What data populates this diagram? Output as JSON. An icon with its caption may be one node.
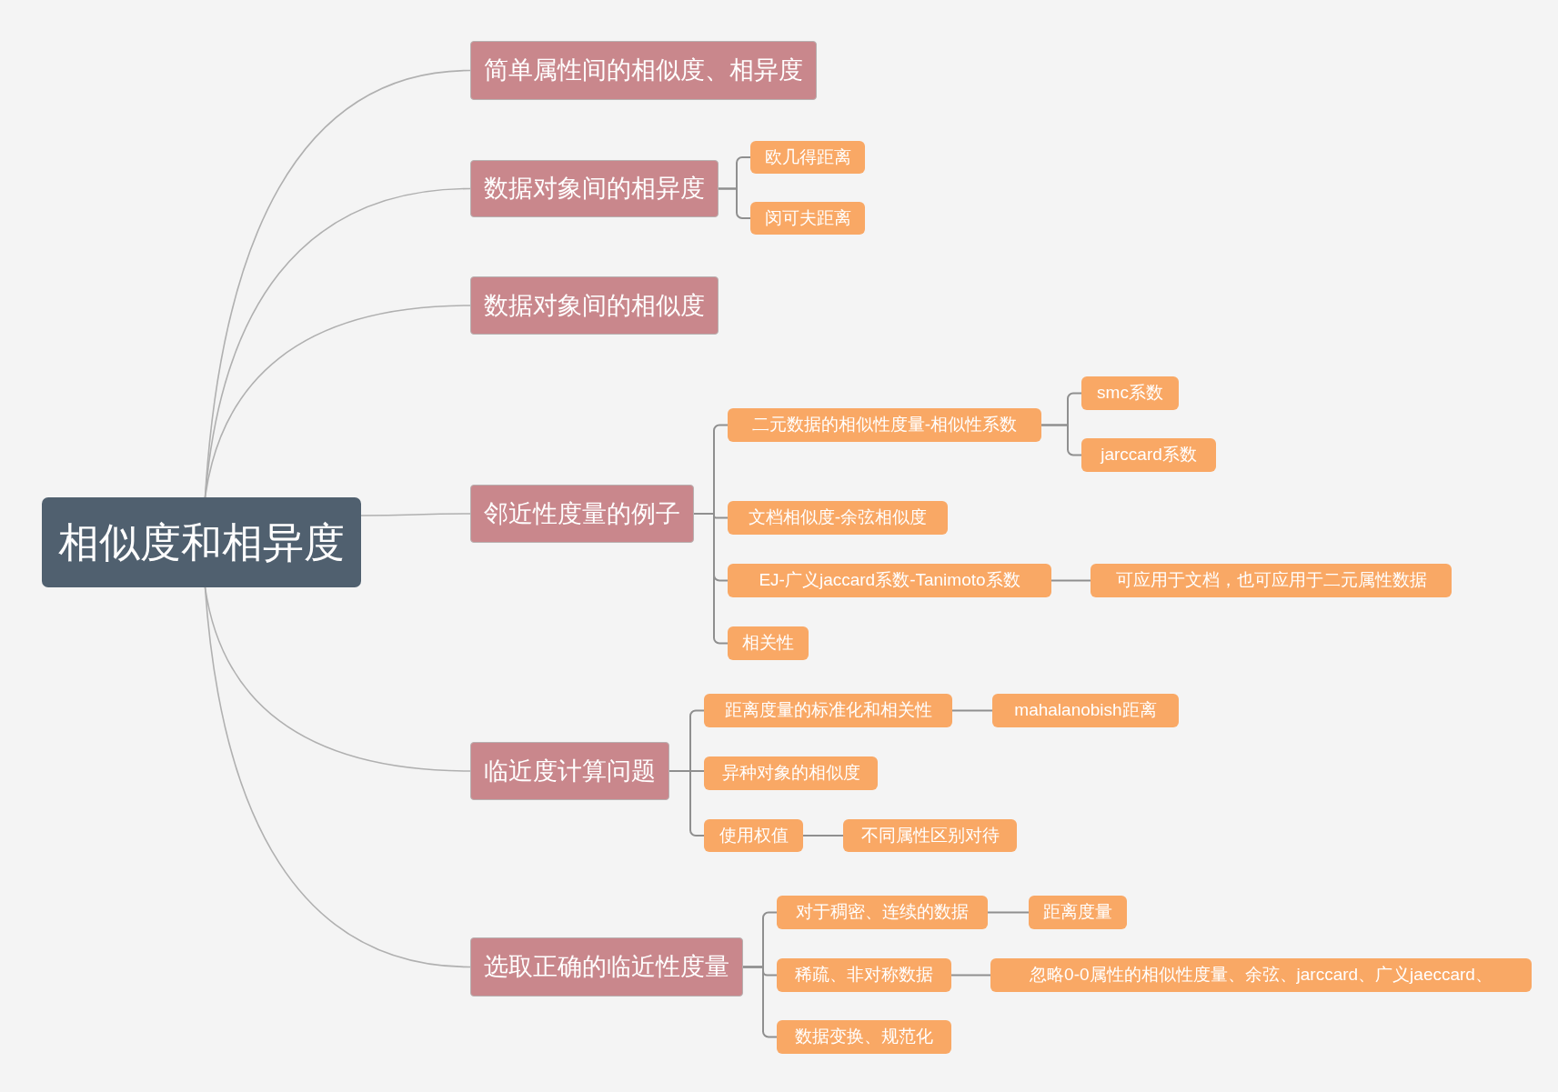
{
  "diagram": {
    "nodes": [
      {
        "text": [
          "相似度和相异度"
        ]
      },
      {
        "text": [
          "简单属性间的相似度、相异度"
        ]
      },
      {
        "text": [
          "数据对象间的相异度"
        ]
      },
      {
        "text": [
          "欧几得距离"
        ]
      },
      {
        "text": [
          "闵可夫距离"
        ]
      },
      {
        "text": [
          "数据对象间的相似度"
        ]
      },
      {
        "text": [
          "邻近性度量的例子"
        ]
      },
      {
        "text": [
          "二元数据的相似性度量-相似性系数"
        ]
      },
      {
        "text": [
          "smc系数"
        ]
      },
      {
        "text": [
          "jarccard系数"
        ]
      },
      {
        "text": [
          "文档相似度-余弦相似度"
        ]
      },
      {
        "text": [
          "EJ-广义jaccard系数-Tanimoto系数"
        ]
      },
      {
        "text": [
          "可应用于文档，也可应用于二元属性数据"
        ]
      },
      {
        "text": [
          "相关性"
        ]
      },
      {
        "text": [
          "临近度计算问题"
        ]
      },
      {
        "text": [
          "距离度量的标准化和相关性"
        ]
      },
      {
        "text": [
          "mahalanobish距离"
        ]
      },
      {
        "text": [
          "异种对象的相似度"
        ]
      },
      {
        "text": [
          "使用权值"
        ]
      },
      {
        "text": [
          "不同属性区别对待"
        ]
      },
      {
        "text": [
          "选取正确的临近性度量"
        ]
      },
      {
        "text": [
          "对于稠密、连续的数据"
        ]
      },
      {
        "text": [
          "距离度量"
        ]
      },
      {
        "text": [
          "稀疏、非对称数据"
        ]
      },
      {
        "text": [
          "忽略0-0属性的相似性度量、余弦、jarccard、广义jaeccard、"
        ]
      },
      {
        "text": [
          "数据变换、规范化"
        ]
      }
    ],
    "edges": [
      {
        "from": 0,
        "to": 1,
        "arrow": "none",
        "color": "#b0b0b0"
      },
      {
        "from": 0,
        "to": 2,
        "arrow": "none",
        "color": "#b0b0b0"
      },
      {
        "from": 0,
        "to": 5,
        "arrow": "none",
        "color": "#b0b0b0"
      },
      {
        "from": 0,
        "to": 6,
        "arrow": "none",
        "color": "#b0b0b0"
      },
      {
        "from": 0,
        "to": 14,
        "arrow": "none",
        "color": "#b0b0b0"
      },
      {
        "from": 0,
        "to": 20,
        "arrow": "none",
        "color": "#b0b0b0"
      },
      {
        "from": 2,
        "to": 3,
        "arrow": "none"
      },
      {
        "from": 2,
        "to": 4,
        "arrow": "none"
      },
      {
        "from": 6,
        "to": 7,
        "arrow": "none"
      },
      {
        "from": 6,
        "to": 10,
        "arrow": "none"
      },
      {
        "from": 6,
        "to": 11,
        "arrow": "none"
      },
      {
        "from": 6,
        "to": 13,
        "arrow": "none"
      },
      {
        "from": 7,
        "to": 8,
        "arrow": "none"
      },
      {
        "from": 7,
        "to": 9,
        "arrow": "none"
      },
      {
        "from": 11,
        "to": 12,
        "arrow": "none"
      },
      {
        "from": 14,
        "to": 15,
        "arrow": "none"
      },
      {
        "from": 14,
        "to": 17,
        "arrow": "none"
      },
      {
        "from": 14,
        "to": 18,
        "arrow": "none"
      },
      {
        "from": 15,
        "to": 16,
        "arrow": "none"
      },
      {
        "from": 18,
        "to": 19,
        "arrow": "none"
      },
      {
        "from": 20,
        "to": 21,
        "arrow": "none"
      },
      {
        "from": 20,
        "to": 23,
        "arrow": "none"
      },
      {
        "from": 20,
        "to": 25,
        "arrow": "none"
      },
      {
        "from": 21,
        "to": 22,
        "arrow": "none"
      },
      {
        "from": 23,
        "to": 24,
        "arrow": "none"
      }
    ]
  }
}
